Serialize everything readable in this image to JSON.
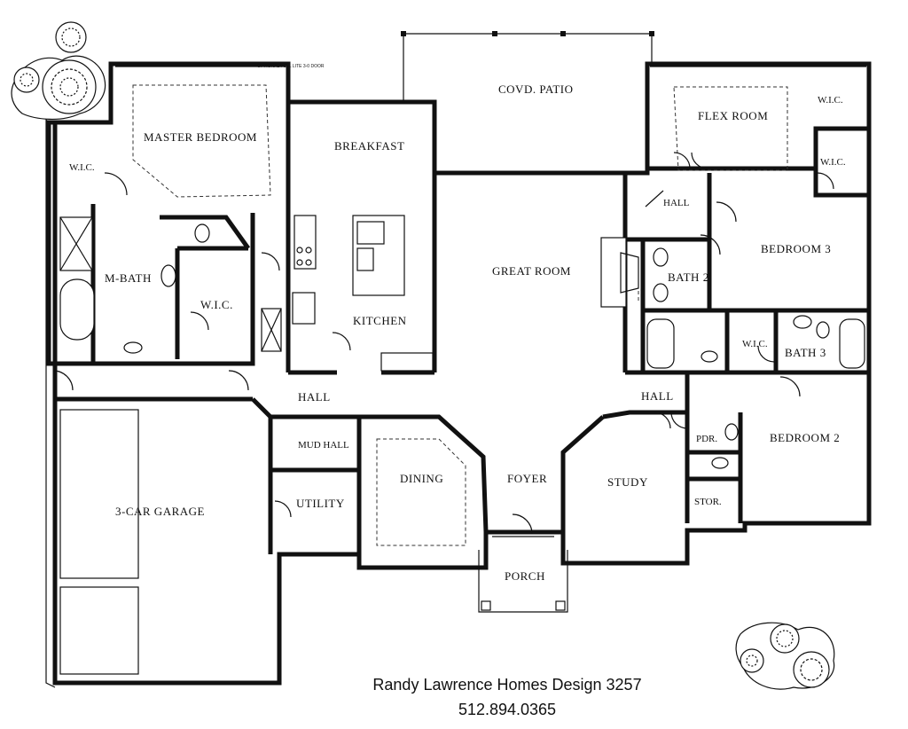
{
  "rooms": {
    "master_bedroom": "MASTER BEDROOM",
    "breakfast": "BREAKFAST",
    "covd_patio": "COVD. PATIO",
    "flex_room": "FLEX ROOM",
    "wic_flex": "W.I.C.",
    "wic_master": "W.I.C.",
    "wic_right_upper": "W.I.C.",
    "hall_upper": "HALL",
    "bedroom_3": "BEDROOM 3",
    "m_bath": "M-BATH",
    "wic_mbath": "W.I.C.",
    "kitchen": "KITCHEN",
    "great_room": "GREAT ROOM",
    "bath_2": "BATH 2",
    "wic_bath3": "W.I.C.",
    "bath_3": "BATH 3",
    "hall_main": "HALL",
    "hall_right": "HALL",
    "mud_hall": "MUD HALL",
    "pdr": "PDR.",
    "bedroom_2": "BEDROOM 2",
    "dining": "DINING",
    "foyer": "FOYER",
    "study": "STUDY",
    "utility": "UTILITY",
    "garage": "3-CAR GARAGE",
    "stor": "STOR.",
    "porch": "PORCH",
    "door_note": "OPTIONAL FULL LITE 3-0 DOOR"
  },
  "caption": {
    "title": "Randy Lawrence Homes Design 3257",
    "phone": "512.894.0365"
  }
}
